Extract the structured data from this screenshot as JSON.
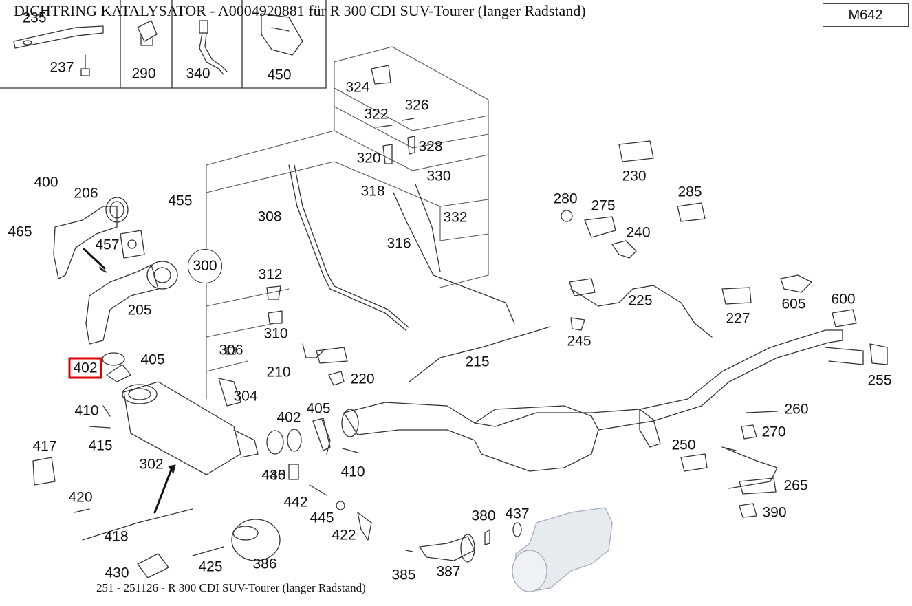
{
  "title": "DICHTRING KATALYSATOR - A0004920881 für R 300 CDI SUV-Tourer (langer Radstand)",
  "engine_code": "M642",
  "footer": "251 - 251126 - R 300 CDI SUV-Tourer (langer Radstand)",
  "highlighted_part": "402",
  "circled_part": "300",
  "part_labels": [
    "235",
    "237",
    "290",
    "340",
    "450",
    "324",
    "322",
    "326",
    "320",
    "328",
    "318",
    "330",
    "316",
    "332",
    "308",
    "400",
    "206",
    "465",
    "455",
    "457",
    "205",
    "312",
    "310",
    "306",
    "304",
    "210",
    "402",
    "405",
    "410",
    "415",
    "417",
    "302",
    "402",
    "405",
    "410",
    "435",
    "440",
    "442",
    "445",
    "422",
    "420",
    "418",
    "430",
    "425",
    "386",
    "385",
    "387",
    "380",
    "437",
    "215",
    "220",
    "225",
    "245",
    "230",
    "285",
    "280",
    "275",
    "240",
    "227",
    "605",
    "600",
    "255",
    "260",
    "270",
    "250",
    "265",
    "390"
  ]
}
